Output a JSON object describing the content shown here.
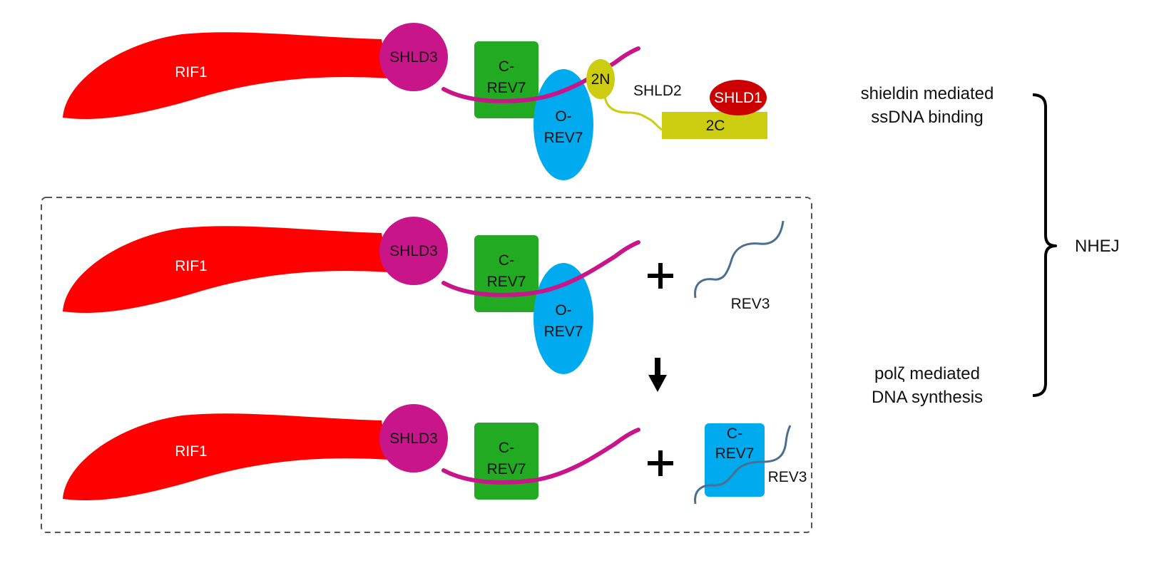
{
  "labels": {
    "rif1": "RIF1",
    "shld3": "SHLD3",
    "c_rev7_line1": "C-",
    "c_rev7_line2": "REV7",
    "o_rev7_line1": "O-",
    "o_rev7_line2": "REV7",
    "two_n": "2N",
    "shld2": "SHLD2",
    "shld1": "SHLD1",
    "two_c": "2C",
    "rev3": "REV3",
    "plus": "+",
    "shieldin_line1": "shieldin mediated",
    "shieldin_line2": "ssDNA binding",
    "polz_line1": "polζ mediated",
    "polz_line2": "DNA  synthesis",
    "nhej": "NHEJ"
  },
  "colors": {
    "rif1": "#ff0000",
    "shld3": "#c8168a",
    "c_rev7": "#22aa22",
    "o_rev7": "#00aaee",
    "shld2": "#cccc11",
    "shld1": "#cc0000",
    "rev3": "#4d6f8f"
  }
}
